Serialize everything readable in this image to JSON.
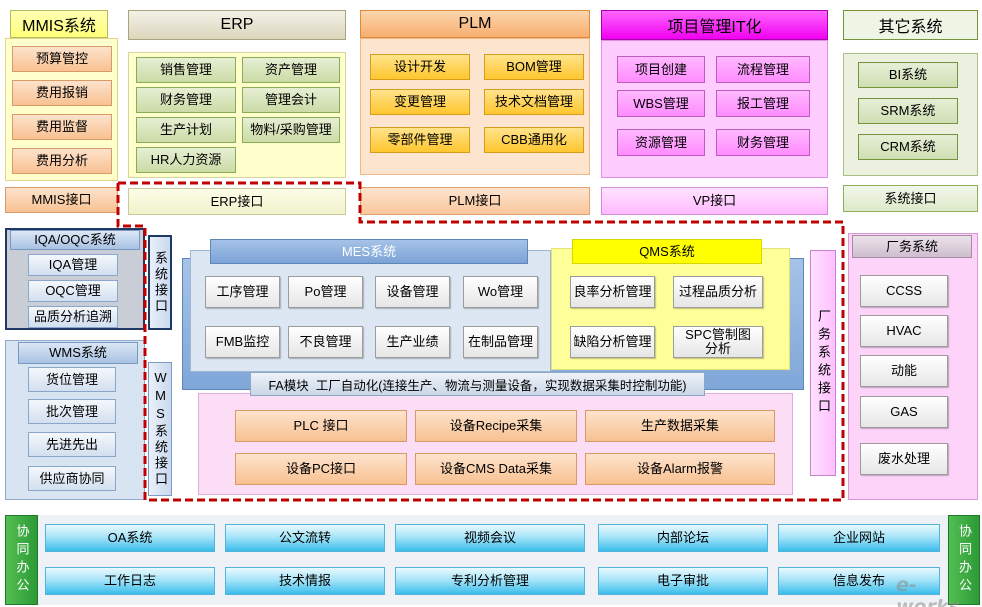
{
  "mmis": {
    "title": "MMIS系统",
    "items": [
      "预算管控",
      "费用报销",
      "费用监督",
      "费用分析"
    ],
    "interface": "MMIS接口"
  },
  "erp": {
    "title": "ERP",
    "items": [
      "销售管理",
      "资产管理",
      "财务管理",
      "管理会计",
      "生产计划",
      "物料/采购管理",
      "HR人力资源"
    ],
    "interface": "ERP接口"
  },
  "plm": {
    "title": "PLM",
    "items": [
      "设计开发",
      "BOM管理",
      "变更管理",
      "技术文档管理",
      "零部件管理",
      "CBB通用化"
    ],
    "interface": "PLM接口"
  },
  "pm": {
    "title": "项目管理IT化",
    "items": [
      "项目创建",
      "流程管理",
      "WBS管理",
      "报工管理",
      "资源管理",
      "财务管理"
    ],
    "interface": "VP接口"
  },
  "other": {
    "title": "其它系统",
    "items": [
      "BI系统",
      "SRM系统",
      "CRM系统"
    ],
    "interface": "系统接口"
  },
  "iqa": {
    "title": "IQA/OQC系统",
    "items": [
      "IQA管理",
      "OQC管理",
      "品质分析追溯"
    ],
    "interface": "系统接口"
  },
  "wms": {
    "title": "WMS系统",
    "items": [
      "货位管理",
      "批次管理",
      "先进先出",
      "供应商协同"
    ],
    "interface": "WMS系统接口"
  },
  "mes": {
    "title": "MES系统",
    "items": [
      "工序管理",
      "Po管理",
      "设备管理",
      "Wo管理",
      "FMB监控",
      "不良管理",
      "生产业绩",
      "在制品管理"
    ]
  },
  "qms": {
    "title": "QMS系统",
    "items": [
      "良率分析管理",
      "过程品质分析",
      "缺陷分析管理",
      "SPC管制图分析"
    ]
  },
  "fa": {
    "title": "FA模块  工厂自动化(连接生产、物流与测量设备，实现数据采集时控制功能)",
    "items": [
      "PLC 接口",
      "设备Recipe采集",
      "生产数据采集",
      "设备PC接口",
      "设备CMS Data采集",
      "设备Alarm报警"
    ]
  },
  "facility": {
    "title": "厂务系统",
    "interface": "厂务系统接口",
    "items": [
      "CCSS",
      "HVAC",
      "动能",
      "GAS",
      "废水处理"
    ]
  },
  "office": {
    "label": "协同办公",
    "row1": [
      "OA系统",
      "公文流转",
      "视频会议",
      "内部论坛",
      "企业网站"
    ],
    "row2": [
      "工作日志",
      "技术情报",
      "专利分析管理",
      "电子审批",
      "信息发布"
    ]
  },
  "watermark": "e-works"
}
